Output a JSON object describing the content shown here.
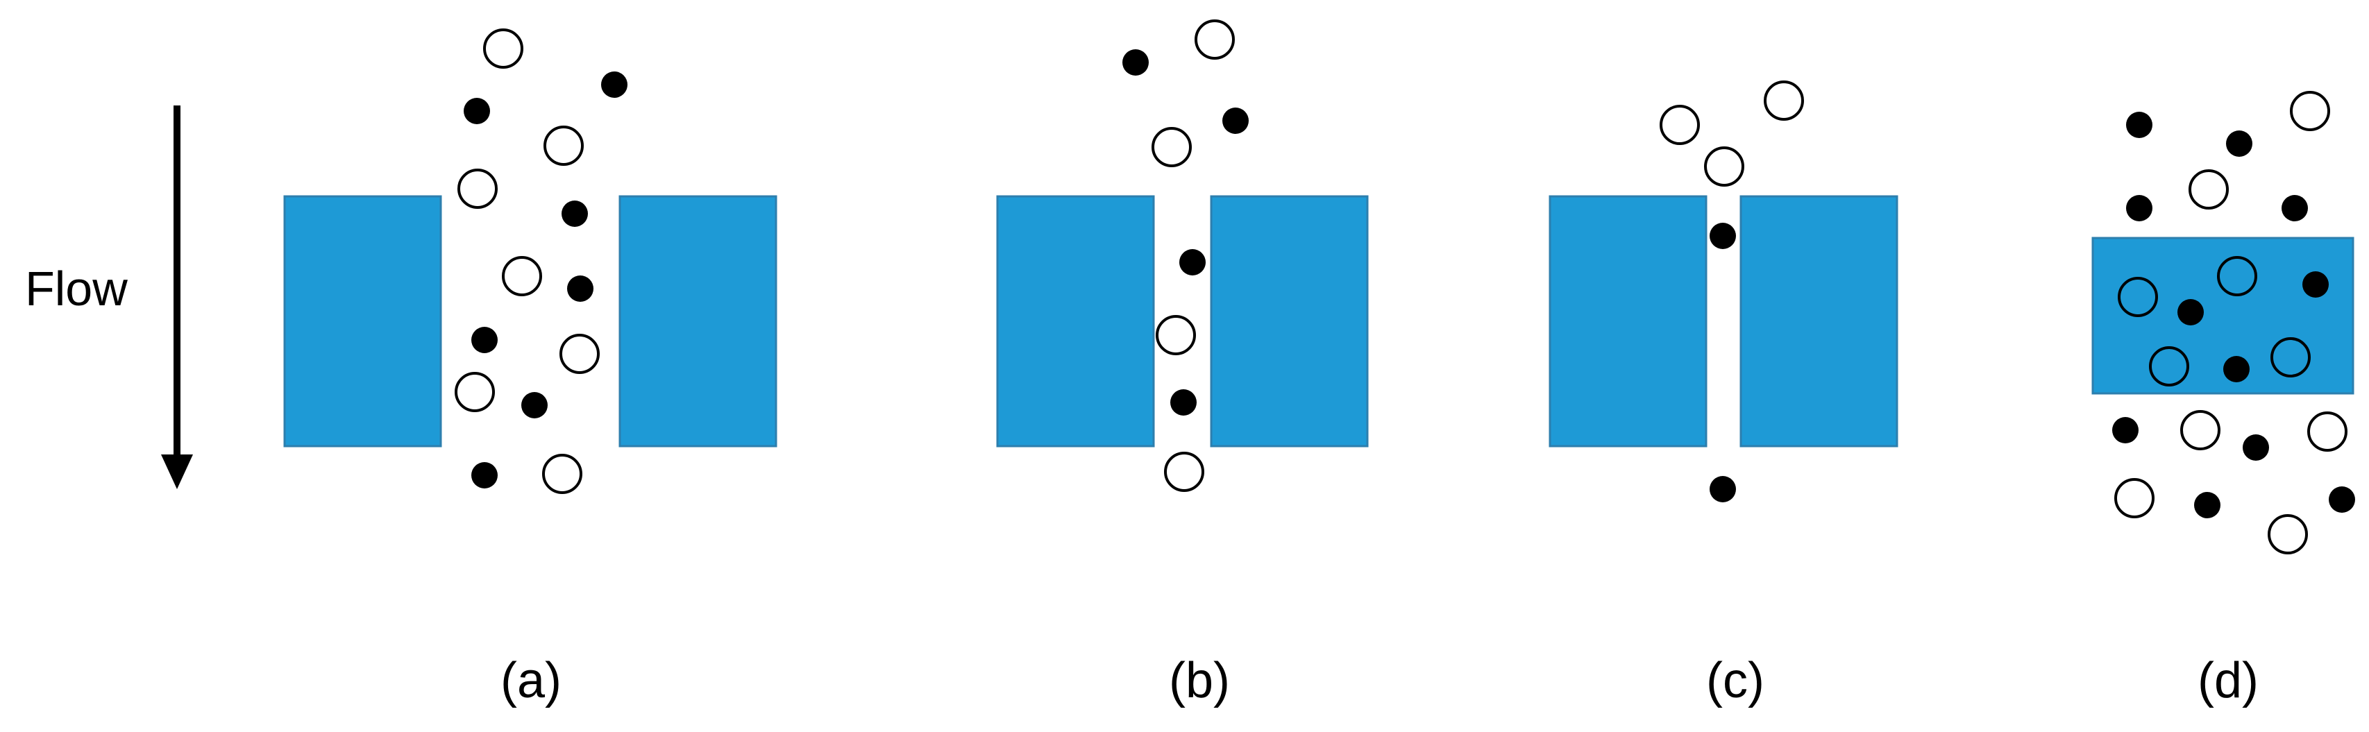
{
  "flow_label": "Flow",
  "colors": {
    "block": "#1e9ad6",
    "block_edge": "#2d7fae",
    "particle_filled": "#000000",
    "particle_open": "#ffffff",
    "stroke": "#000000"
  },
  "panels": [
    {
      "label": "(a)"
    },
    {
      "label": "(b)"
    },
    {
      "label": "(c)"
    },
    {
      "label": "(d)"
    }
  ]
}
